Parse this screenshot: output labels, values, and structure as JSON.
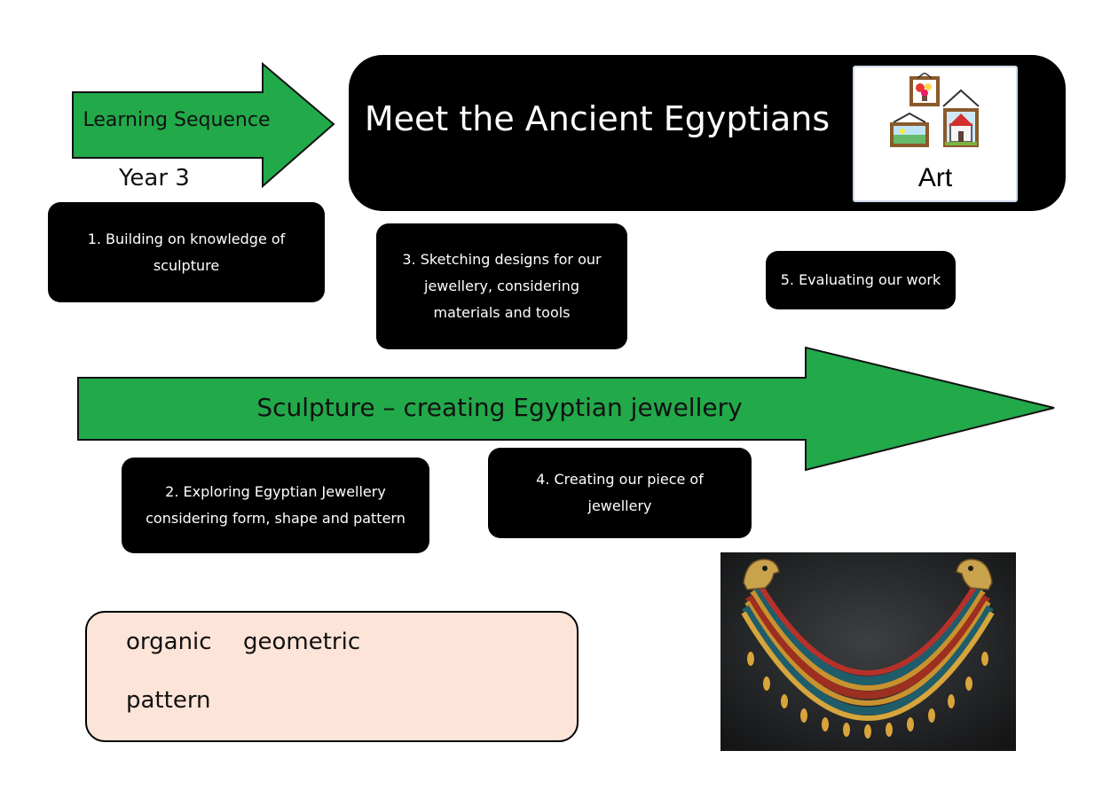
{
  "header": {
    "learning_sequence_label": "Learning Sequence",
    "year_label": "Year 3",
    "title": "Meet the Ancient Egyptians",
    "subject_label": "Art"
  },
  "main_arrow": {
    "label": "Sculpture – creating Egyptian jewellery"
  },
  "steps": [
    {
      "text": "1.   Building on knowledge of sculpture"
    },
    {
      "text": "2. Exploring Egyptian Jewellery considering form, shape and pattern"
    },
    {
      "text": "3. Sketching designs for our jewellery, considering materials and tools"
    },
    {
      "text": "4. Creating our piece of jewellery"
    },
    {
      "text": "5.  Evaluating our work"
    }
  ],
  "vocabulary": {
    "words": [
      "organic",
      "geometric",
      "pattern"
    ]
  },
  "colors": {
    "arrow_green": "#22a94a",
    "banner_black": "#000000",
    "vocab_panel": "#fde4d8"
  }
}
